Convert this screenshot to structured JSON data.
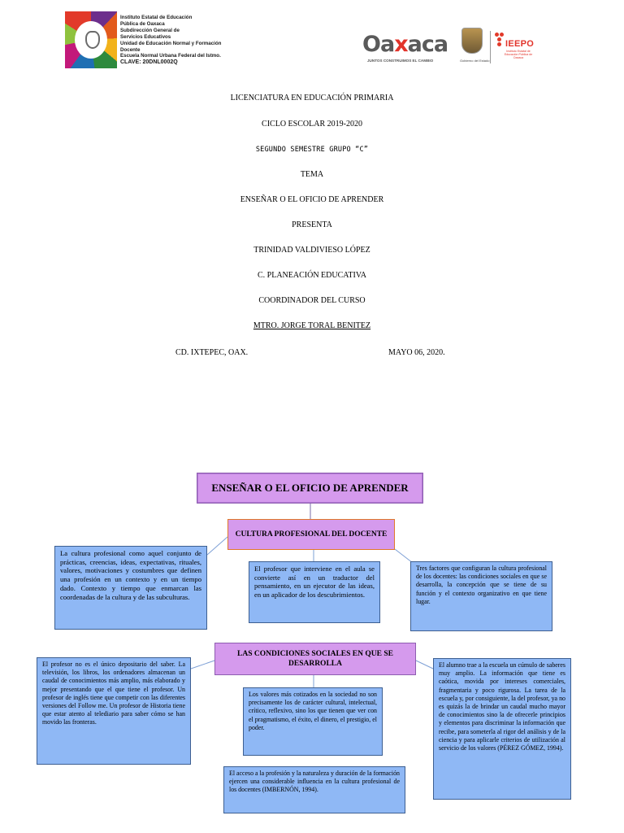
{
  "header": {
    "institution_lines": [
      "Instituto Estatal de Educación",
      "Pública de Oaxaca",
      "Subdirección General de",
      "Servicios Educativos",
      "Unidad de Educación Normal y Formación",
      "Docente",
      "Escuela Normal Urbana Federal del Istmo.",
      "CLAVE: 20DNL0002Q"
    ],
    "oaxaca_logo": {
      "word_a": "Oa",
      "word_x": "x",
      "word_b": "aca",
      "tagline": "JUNTOS CONSTRUIMOS EL CAMBIO"
    },
    "gobierno_label": "Gobierno del Estado",
    "ieepo_logo": {
      "name": "IEEPO",
      "subtitle": "Instituto Estatal de Educación Pública de Oaxaca"
    },
    "colors": {
      "oaxaca_red": "#e2342b",
      "logo_gray": "#5a5a5a",
      "seal_purple": "#6d2f8c"
    }
  },
  "cover": {
    "degree": "LICENCIATURA EN EDUCACIÓN PRIMARIA",
    "school_year": "CICLO ESCOLAR 2019-2020",
    "semester": "SEGUNDO SEMESTRE GRUPO “C”",
    "topic_label": "TEMA",
    "topic": "ENSEÑAR O EL OFICIO DE APRENDER",
    "presents_label": "PRESENTA",
    "student": "TRINIDAD VALDIVIESO LÓPEZ",
    "course": "C. PLANEACIÓN EDUCATIVA",
    "coordinator_label": "COORDINADOR DEL CURSO",
    "coordinator": "MTRO. JORGE TORAL BENITEZ",
    "city": "CD. IXTEPEC, OAX.",
    "date": "MAYO 06, 2020."
  },
  "concept_map": {
    "title": "ENSEÑAR O EL OFICIO DE APRENDER",
    "section1": {
      "heading": "CULTURA PROFESIONAL DEL DOCENTE",
      "left": "La cultura profesional como aquel conjunto de prácticas, creencias, ideas, expectativas, rituales, valores, motivaciones y costumbres que definen una profesión en un contexto y en un tiempo dado. Contexto y tiempo que enmarcan las coordenadas de la cultura y de las subculturas.",
      "center": "El profesor que interviene en el aula se convierte así en un traductor del pensamiento, en un ejecutor de las ideas, en un aplicador de los descubrimientos.",
      "right": "Tres factores que configuran la cultura profesional de los docentes: las condiciones sociales en que se desarrolla, la concepción que se tiene de su función y el contexto organizativo en que tiene lugar."
    },
    "section2": {
      "heading": "LAS CONDICIONES SOCIALES EN QUE SE DESARROLLA",
      "left": "El profesor no es el único depositario del saber. La televisión, los libros, los ordenadores almacenan un caudal de conocimientos más amplio, más elaborado y mejor presentando que el que tiene el profesor. Un profesor de inglés tiene que competir con las diferentes versiones del Follow me. Un profesor de Historia tiene que estar atento al telediario para saber cómo se han movido las fronteras.",
      "center": "Los valores más cotizados en la sociedad no son precisamente los de carácter cultural, intelectual, crítico, reflexivo, sino los que tienen que ver con el pragmatismo, el éxito, el dinero, el prestigio, el poder.",
      "right": "El alumno trae a la escuela un cúmulo de saberes muy amplio. La información que tiene es caótica, movida por intereses comerciales, fragmentaria y poco rigurosa. La tarea de la escuela y, por consiguiente, la del profesor, ya no es quizás la de brindar un caudal mucho mayor de conocimientos sino la de ofrecerle principios y elementos para discriminar la información que recibe, para someterla al rigor del análisis y de la ciencia y para aplicarle criterios de utilización al servicio de los valores (PÉREZ GÓMEZ, 1994).",
      "bottom": "El acceso a la profesión y la naturaleza y duración de la formación ejercen una considerable influencia en la cultura profesional de los docentes (IMBERNÓN, 1994)."
    },
    "colors": {
      "title_fill": "#b17ad3",
      "heading_fill": "#d59aed",
      "note_fill": "#8fb8f5",
      "note_border": "#3d5f91"
    }
  }
}
